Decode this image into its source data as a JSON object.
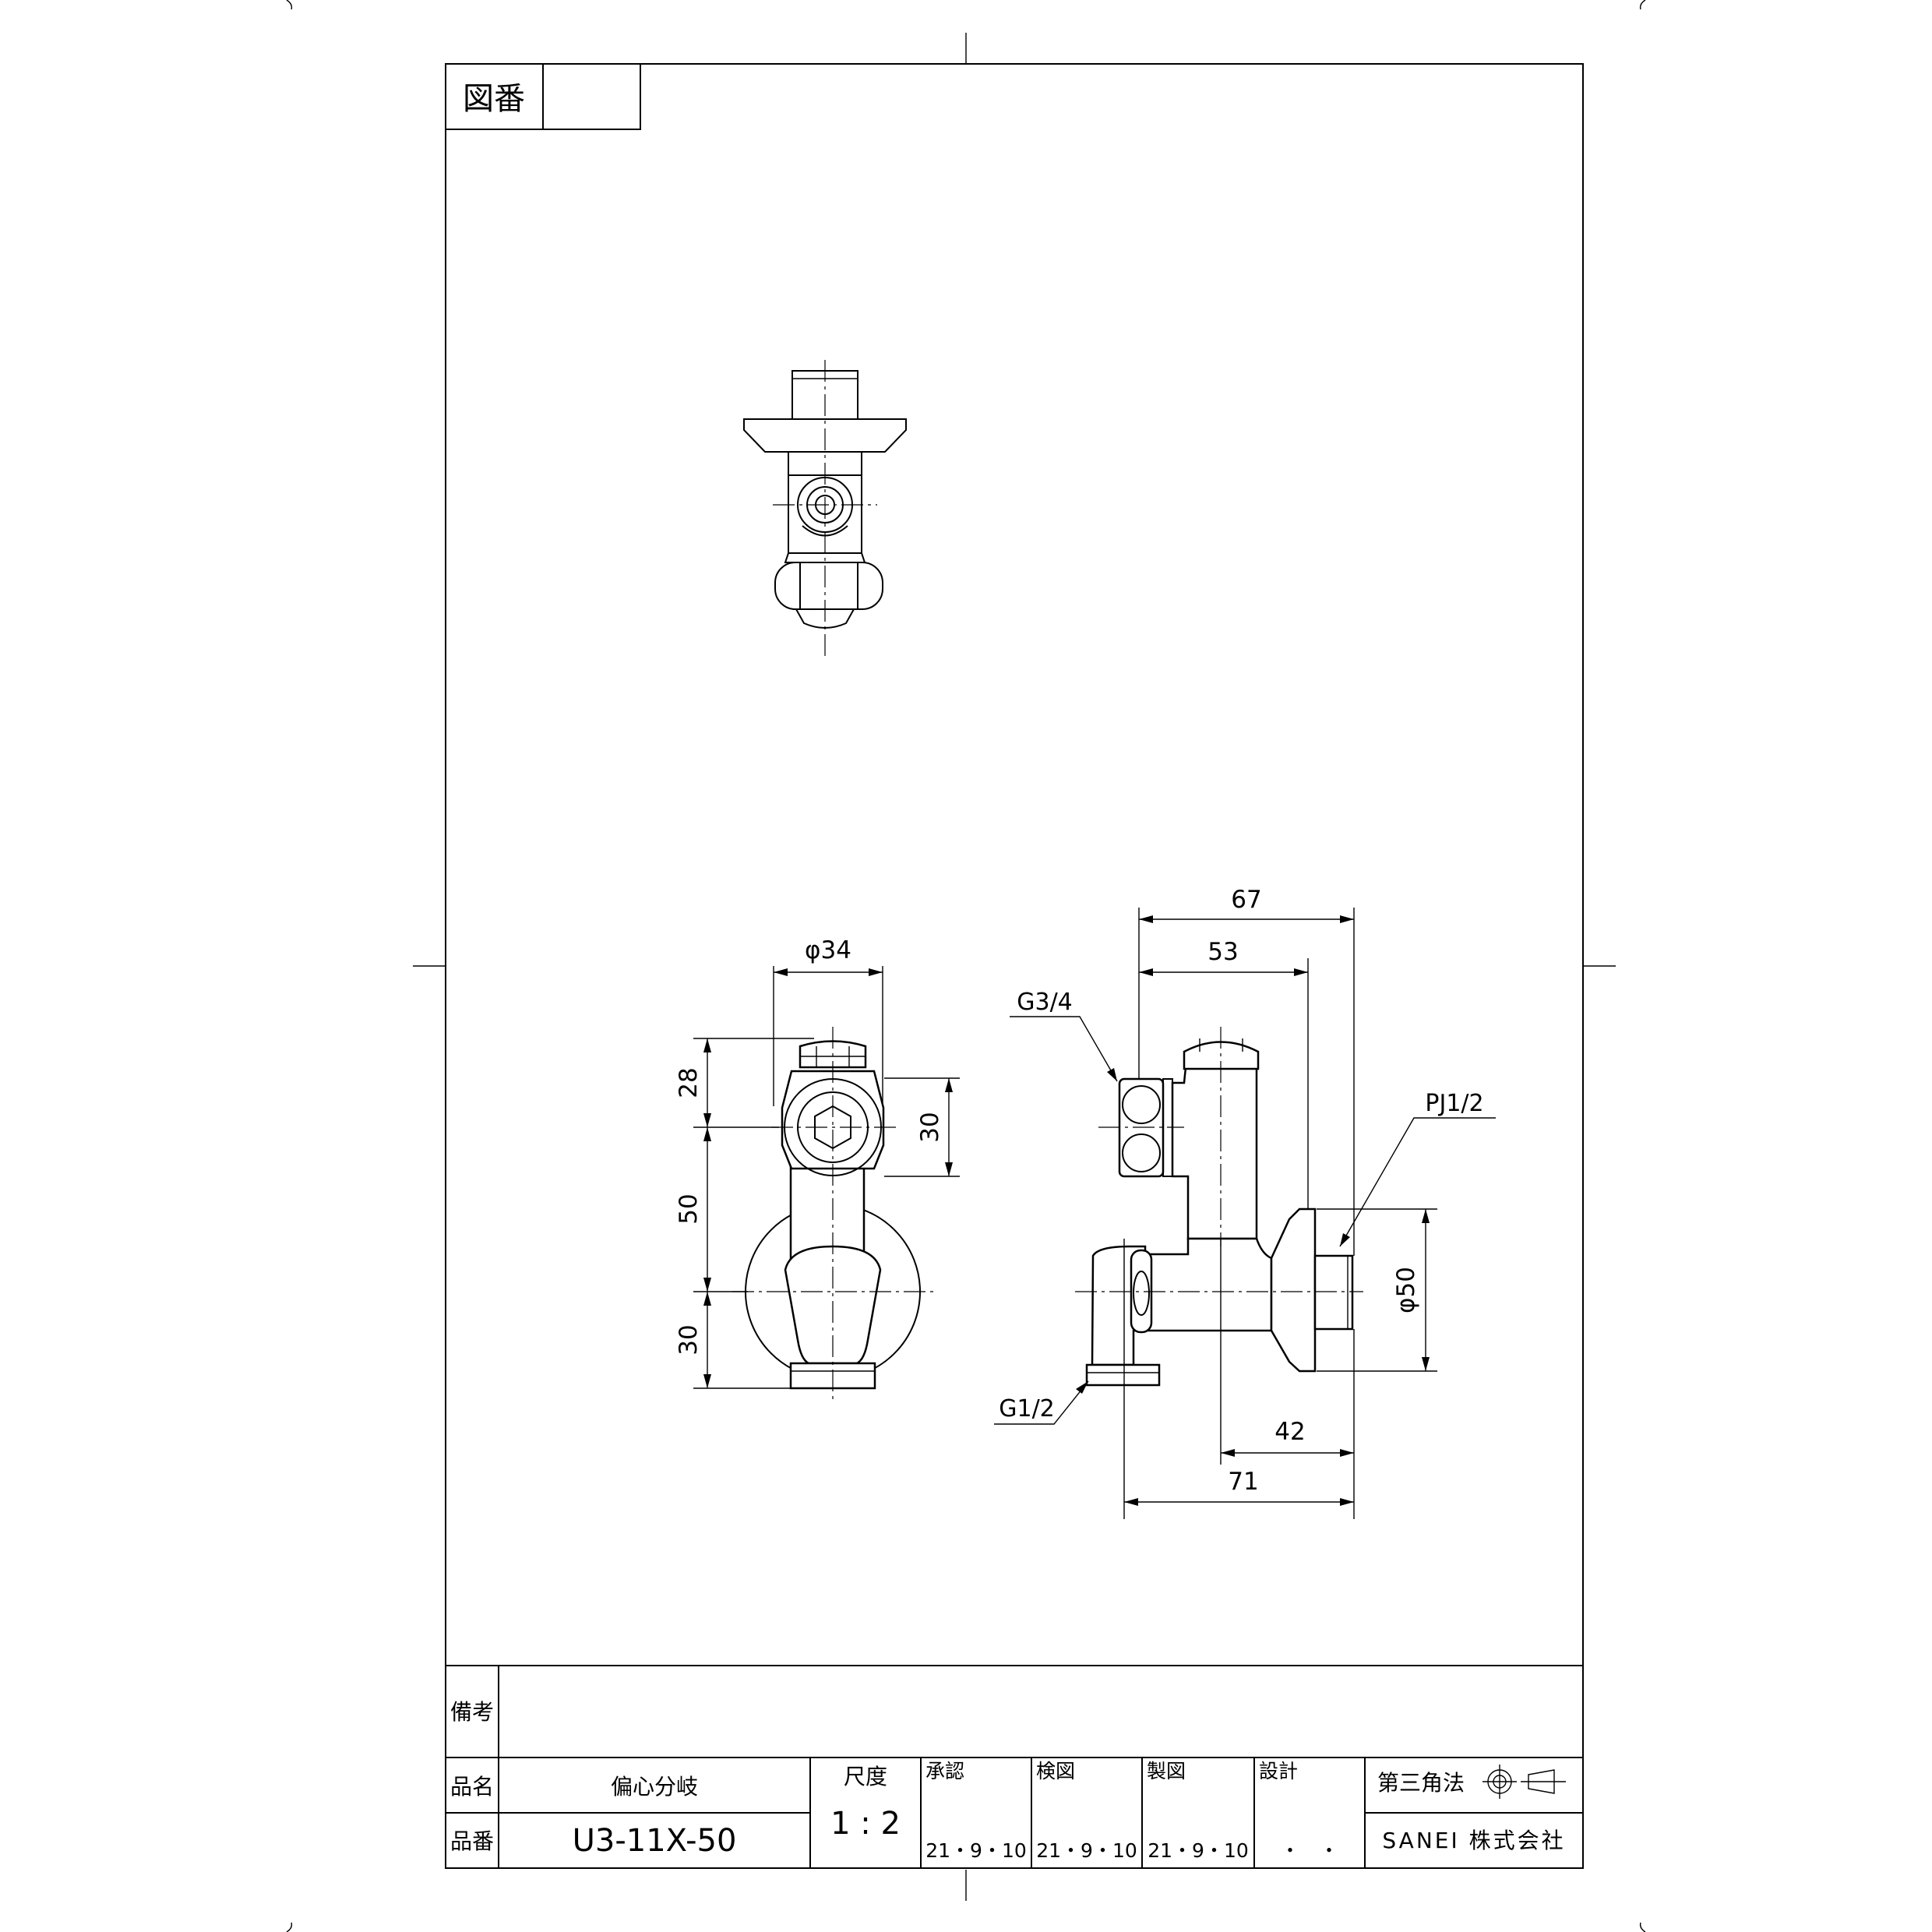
{
  "drawing_number_label": "図番",
  "drawing_number_value": "",
  "dimensions": {
    "top_67": "67",
    "top_53": "53",
    "dia_34": "φ34",
    "dia_50": "φ50",
    "d_28": "28",
    "d_30_hex": "30",
    "d_50": "50",
    "d_30_lower": "30",
    "d_42": "42",
    "d_71": "71"
  },
  "thread_labels": {
    "g34": "G3/4",
    "pj12": "PJ1/2",
    "g12": "G1/2"
  },
  "title_block": {
    "remarks_label": "備考",
    "remarks_value": "",
    "name_label": "品名",
    "name_value": "偏心分岐",
    "number_label": "品番",
    "number_value": "U3-11X-50",
    "scale_label": "尺度",
    "scale_value": "1 : 2",
    "approve_label": "承認",
    "approve_date": "21・9・10",
    "check_label": "検図",
    "check_date": "21・9・10",
    "draw_label": "製図",
    "draw_date": "21・9・10",
    "design_label": "設計",
    "design_date": "・　・",
    "projection_label": "第三角法",
    "projection_icon": "third-angle-projection-icon",
    "company": "SANEI 株式会社"
  }
}
